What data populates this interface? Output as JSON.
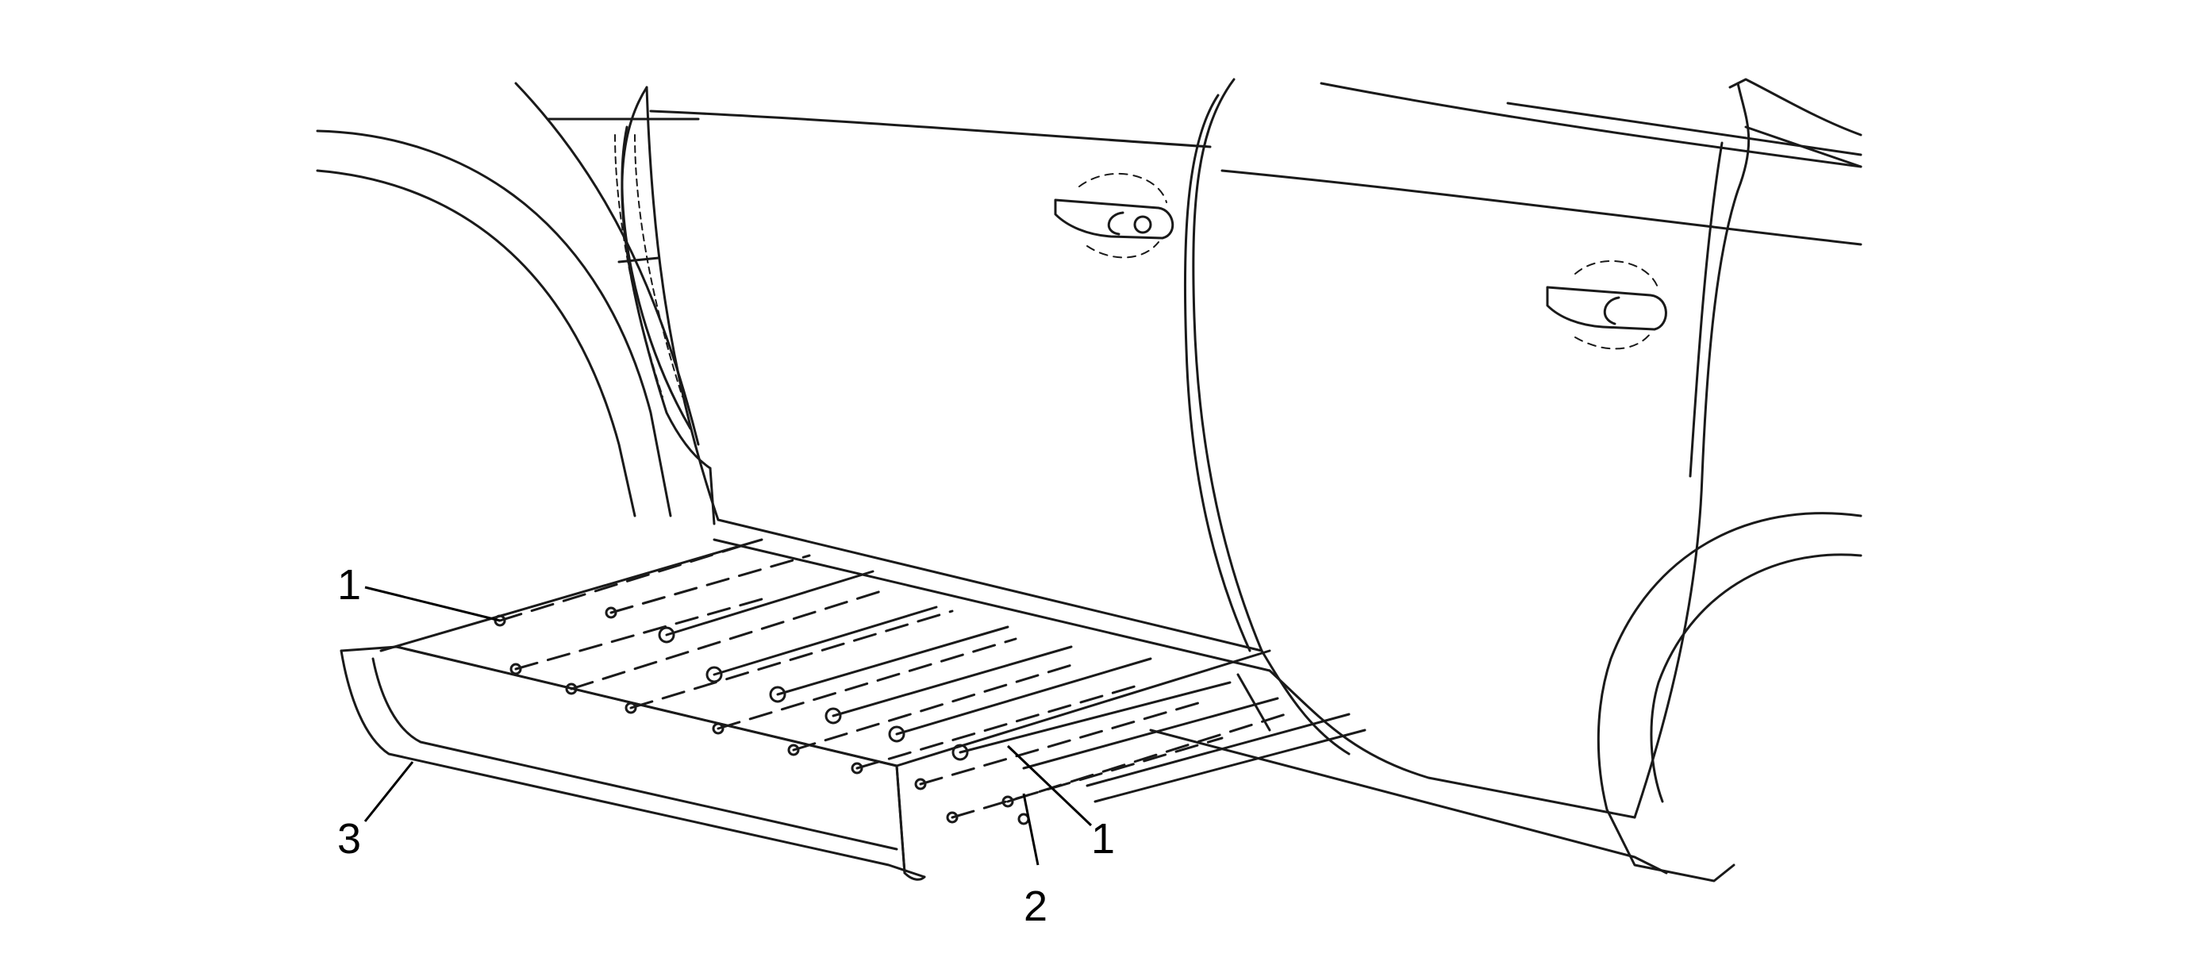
{
  "callouts": [
    {
      "id": "callout-1-upper",
      "label": "1"
    },
    {
      "id": "callout-1-lower",
      "label": "1"
    },
    {
      "id": "callout-2",
      "label": "2"
    },
    {
      "id": "callout-3",
      "label": "3"
    }
  ],
  "colors": {
    "line": "#1a1a1a",
    "background": "#ffffff"
  }
}
